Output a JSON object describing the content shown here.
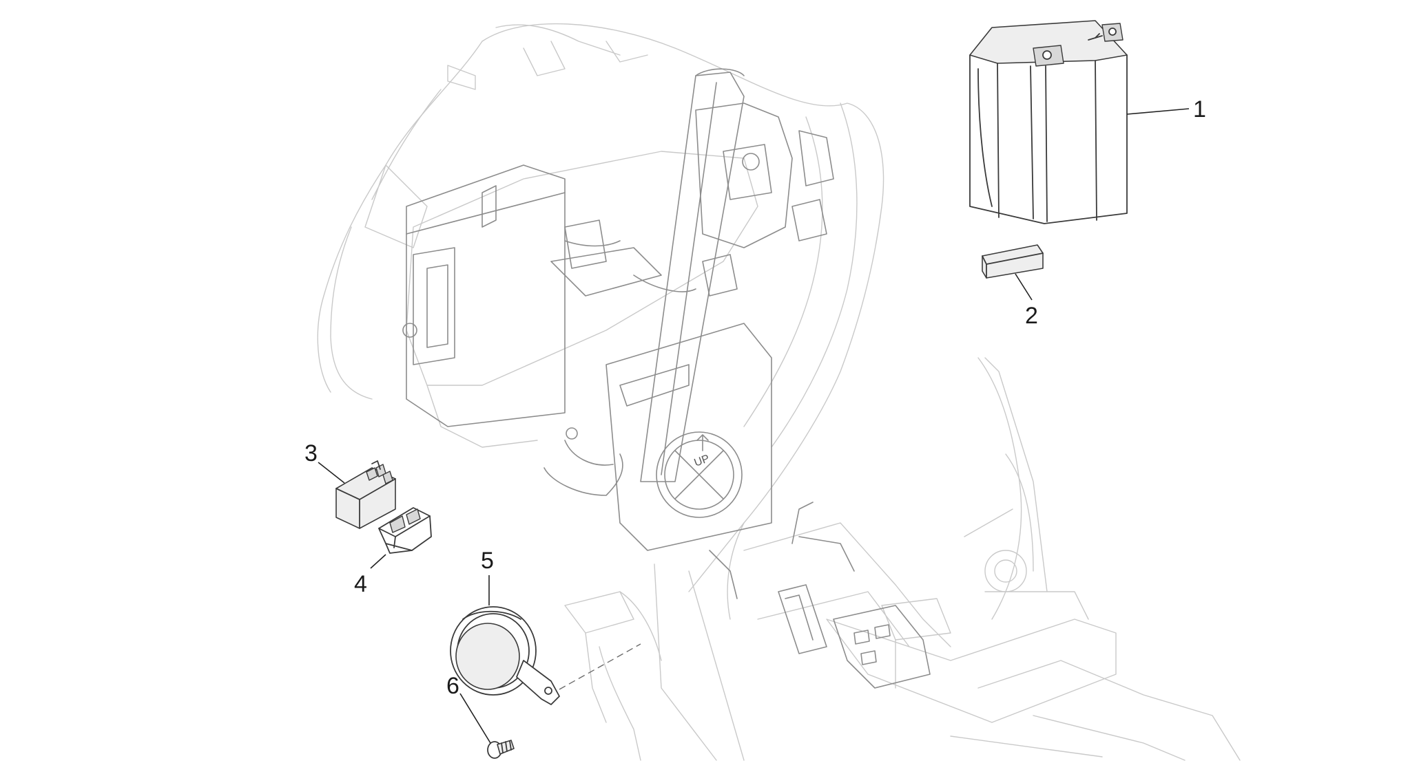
{
  "diagram": {
    "callouts": [
      {
        "id": "battery",
        "label": "1"
      },
      {
        "id": "fuse-block",
        "label": "2"
      },
      {
        "id": "relay",
        "label": "3"
      },
      {
        "id": "relay-holder",
        "label": "4"
      },
      {
        "id": "horn",
        "label": "5"
      },
      {
        "id": "screw",
        "label": "6"
      }
    ],
    "markings": {
      "up_arrow_text": "UP"
    }
  }
}
